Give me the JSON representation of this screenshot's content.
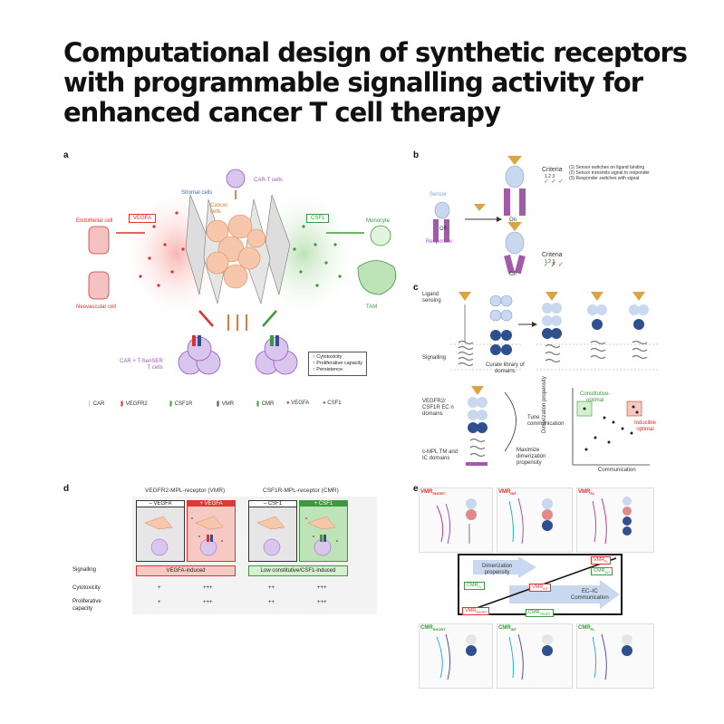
{
  "title": {
    "lines": [
      "Computational design of synthetic receptors",
      "with programmable signalling activity for",
      "enhanced cancer T cell therapy"
    ]
  },
  "panel_a": {
    "letter": "a",
    "car_t": "CAR-T cells",
    "stromal": "Stromal cells",
    "cancer": "Cancer\ncells",
    "vegfa_box": "VEGFA",
    "csf1_box": "CSF1",
    "endothelial": "Endothelial cell",
    "neovascular": "Neovascular cell",
    "monocyte": "Monocyte",
    "tam": "TAM",
    "car_sensor": "CAR + T-SenSER\nT cells",
    "effects": [
      "↑ Cytotoxicity",
      "↑ Proliferative capacity",
      "↑ Persistence"
    ],
    "legend": [
      "CAR",
      "VEGFR2",
      "CSF1R",
      "VMR",
      "CMR",
      "VEGFA",
      "CSF1"
    ]
  },
  "panel_b": {
    "letter": "b",
    "sensor": "Sensor",
    "off1": "Off",
    "responder": "Responder",
    "on": "On",
    "off2": "Off",
    "criteria1": "Criteria",
    "criteria1_nums": "1  2  3",
    "criteria_list": [
      "(1) Sensor switches on ligand binding",
      "(2) Sensor transmits signal to responder",
      "(3) Responder switches with signal"
    ],
    "criteria2": "Criteria",
    "criteria2_nums": "1  2  3"
  },
  "panel_c": {
    "letter": "c",
    "ligand_sensing": "Ligand\nsensing",
    "signalling": "Signalling",
    "curate": "Curate library of\ndomains",
    "vegfr2_domains": "VEGFR2/\nCSF1R EC n\ndomains",
    "cmpl": "c-MPL TM and\nIC domains",
    "tune": "Tune\ncommunication",
    "maximize": "Maximize\ndimerization\npropensity",
    "constitutive": "Constitutive-\noptimal",
    "inducible": "Inducible\noptimal",
    "yaxis": "Dimerization propensity",
    "xaxis": "Communication"
  },
  "panel_d": {
    "letter": "d",
    "vmr_header": "VEGFR2-MPL-receptor (VMR)",
    "cmr_header": "CSF1R-MPL-receptor (CMR)",
    "minus_vegfa": "– VEGFA",
    "plus_vegfa": "+ VEGFA",
    "minus_csf1": "– CSF1",
    "plus_csf1": "+ CSF1",
    "rows": [
      {
        "label": "Signalling",
        "vmr": "VEGFA-induced",
        "cmr": "Low constitutive/CSF1-induced"
      },
      {
        "label": "Cytotoxicity",
        "vmr_minus": "+",
        "vmr_plus": "+++",
        "cmr_minus": "++",
        "cmr_plus": "+++"
      },
      {
        "label": "Proliferative\ncapacity",
        "vmr_minus": "+",
        "vmr_plus": "+++",
        "cmr_minus": "++",
        "cmr_plus": "+++"
      }
    ]
  },
  "panel_e": {
    "letter": "e",
    "top_labels": [
      "VMR",
      "VMR",
      "VMR"
    ],
    "top_subs": [
      "SHORT",
      "INT",
      "FL"
    ],
    "bottom_labels": [
      "CMR",
      "CMR",
      "CMR"
    ],
    "bottom_subs": [
      "SHORT",
      "INT",
      "FL"
    ],
    "dimerization": "Dimerization\npropensity",
    "ecic": "EC–IC\nCommunication",
    "tags": {
      "vmr_fl": "VMR",
      "vmr_fl_sub": "FL",
      "cmr_int_top": "CMR",
      "cmr_int_top_sub": "INT",
      "cmr_fl": "CMR",
      "cmr_fl_sub": "FL",
      "vmr_int": "VMR",
      "vmr_int_sub": "INT",
      "vmr_short": "VMR",
      "vmr_short_sub": "SHORT",
      "cmr_short": "CMR",
      "cmr_short_sub": "SHORT"
    }
  },
  "colors": {
    "red": "#d9342b",
    "green": "#3c9a3c",
    "purple": "#9b54b8",
    "blue": "#2f4f8f",
    "orange": "#e8a06a",
    "gold": "#d9a441"
  }
}
